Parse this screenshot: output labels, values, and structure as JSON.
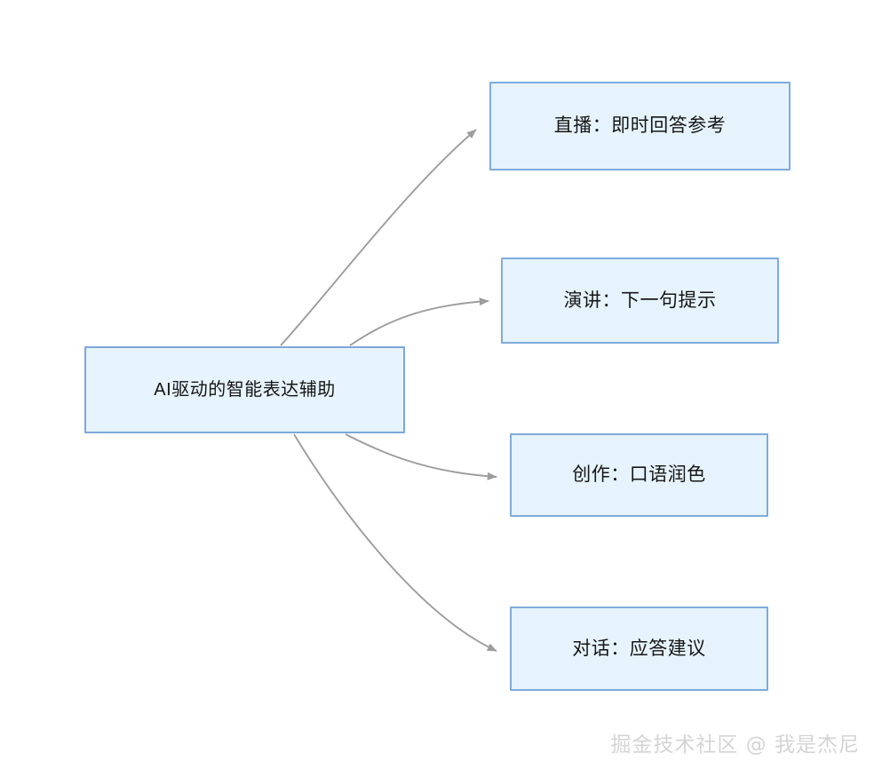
{
  "diagram": {
    "type": "mind-map",
    "background_color": "#ffffff",
    "node_fill_color": "#e6f3fc",
    "node_border_color": "#7fabdd",
    "node_text_color": "#161616",
    "edge_color": "#9d9d9d",
    "root": {
      "id": "root",
      "label": "AI驱动的智能表达辅助"
    },
    "branches": [
      {
        "id": "live",
        "label": "直播：即时回答参考"
      },
      {
        "id": "speech",
        "label": "演讲：下一句提示"
      },
      {
        "id": "writing",
        "label": "创作：口语润色"
      },
      {
        "id": "dialogue",
        "label": "对话：应答建议"
      }
    ],
    "edges": [
      {
        "from": "root",
        "to": "live",
        "arrow": "arrow-head-icon"
      },
      {
        "from": "root",
        "to": "speech",
        "arrow": "arrow-head-icon"
      },
      {
        "from": "root",
        "to": "writing",
        "arrow": "arrow-head-icon"
      },
      {
        "from": "root",
        "to": "dialogue",
        "arrow": "arrow-head-icon"
      }
    ]
  },
  "watermark": {
    "text": "掘金技术社区 @ 我是杰尼",
    "color": "#d4d4d4"
  }
}
